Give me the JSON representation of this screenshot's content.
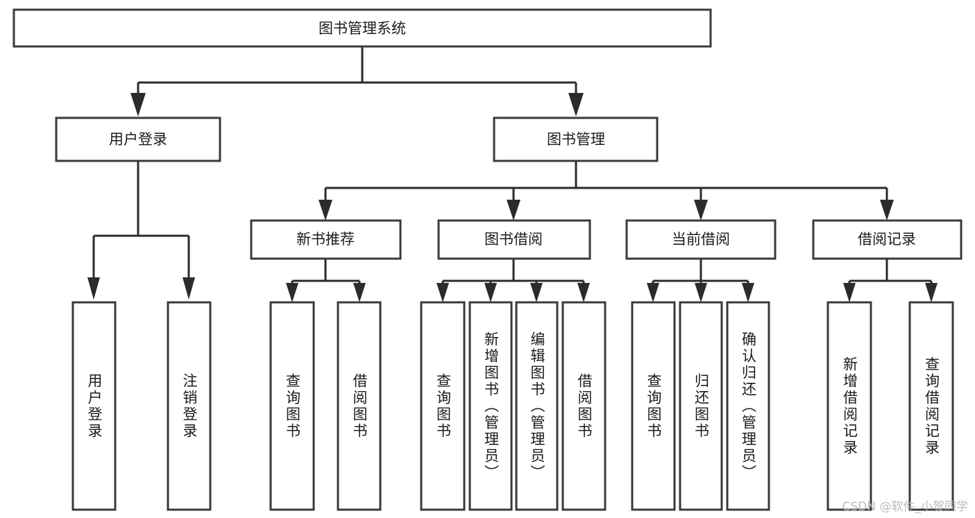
{
  "diagram": {
    "type": "tree",
    "title": "图书管理系统",
    "root": {
      "label": "图书管理系统"
    },
    "level2": [
      {
        "label": "用户登录"
      },
      {
        "label": "图书管理"
      }
    ],
    "level3": [
      {
        "label": "新书推荐"
      },
      {
        "label": "图书借阅"
      },
      {
        "label": "当前借阅"
      },
      {
        "label": "借阅记录"
      }
    ],
    "leaves": {
      "user_login": [
        {
          "label": "用户登录"
        },
        {
          "label": "注销登录"
        }
      ],
      "new_book_recommend": [
        {
          "label": "查询图书"
        },
        {
          "label": "借阅图书"
        }
      ],
      "book_borrow": [
        {
          "label": "查询图书"
        },
        {
          "label": "新增图书（管理员）"
        },
        {
          "label": "编辑图书（管理员）"
        },
        {
          "label": "借阅图书"
        }
      ],
      "current_borrow": [
        {
          "label": "查询图书"
        },
        {
          "label": "归还图书"
        },
        {
          "label": "确认归还（管理员）"
        }
      ],
      "borrow_record": [
        {
          "label": "新增借阅记录"
        },
        {
          "label": "查询借阅记录"
        }
      ]
    }
  },
  "watermark": {
    "text": "CSDN @软件_小贺同学"
  },
  "colors": {
    "box_stroke": "#3a3a3a",
    "connector": "#2b2b2b",
    "text": "#1b1b1b",
    "background": "#ffffff",
    "watermark": "#b9b9b9"
  }
}
